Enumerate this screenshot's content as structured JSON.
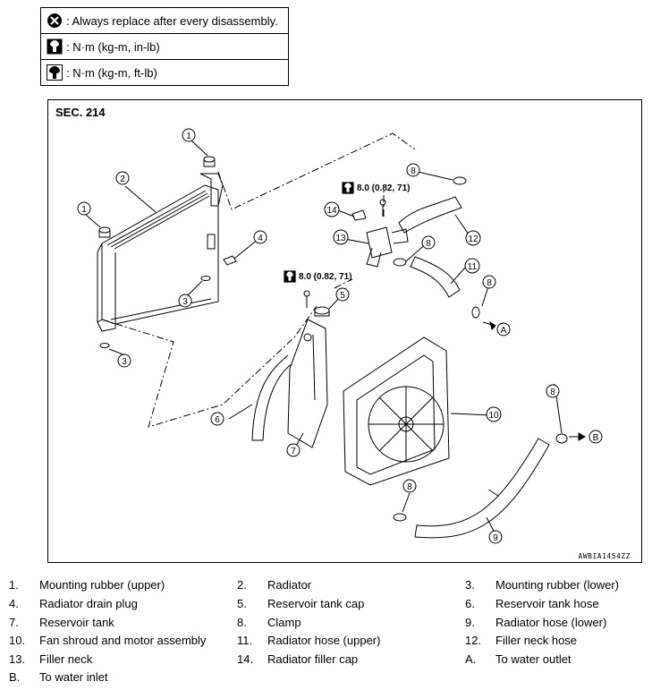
{
  "legend": [
    {
      "icon": "replace-x-icon",
      "text": ": Always replace after every disassembly."
    },
    {
      "icon": "torque-wrench-inlb-icon",
      "text": ": N·m (kg-m, in-lb)"
    },
    {
      "icon": "torque-wrench-ftlb-icon",
      "text": ": N·m (kg-m, ft-lb)"
    }
  ],
  "diagram": {
    "section": "SEC. 214",
    "code": "AWBIA1454ZZ",
    "torques": [
      "8.0 (0.82, 71)",
      "8.0 (0.82, 71)"
    ],
    "callouts": [
      "1",
      "1",
      "2",
      "3",
      "3",
      "4",
      "5",
      "6",
      "7",
      "8",
      "8",
      "8",
      "8",
      "8",
      "9",
      "10",
      "11",
      "12",
      "13",
      "14",
      "A",
      "B"
    ]
  },
  "parts": [
    {
      "num": "1.",
      "label": "Mounting rubber (upper)"
    },
    {
      "num": "2.",
      "label": "Radiator"
    },
    {
      "num": "3.",
      "label": "Mounting rubber (lower)"
    },
    {
      "num": "4.",
      "label": "Radiator drain plug"
    },
    {
      "num": "5.",
      "label": "Reservoir tank cap"
    },
    {
      "num": "6.",
      "label": "Reservoir tank hose"
    },
    {
      "num": "7.",
      "label": "Reservoir tank"
    },
    {
      "num": "8.",
      "label": "Clamp"
    },
    {
      "num": "9.",
      "label": "Radiator hose (lower)"
    },
    {
      "num": "10.",
      "label": "Fan shroud and motor assembly"
    },
    {
      "num": "11.",
      "label": "Radiator hose (upper)"
    },
    {
      "num": "12.",
      "label": "Filler neck hose"
    },
    {
      "num": "13.",
      "label": "Filler neck"
    },
    {
      "num": "14.",
      "label": "Radiator filler cap"
    },
    {
      "num": "A.",
      "label": "To water outlet"
    },
    {
      "num": "B.",
      "label": "To water inlet"
    }
  ]
}
